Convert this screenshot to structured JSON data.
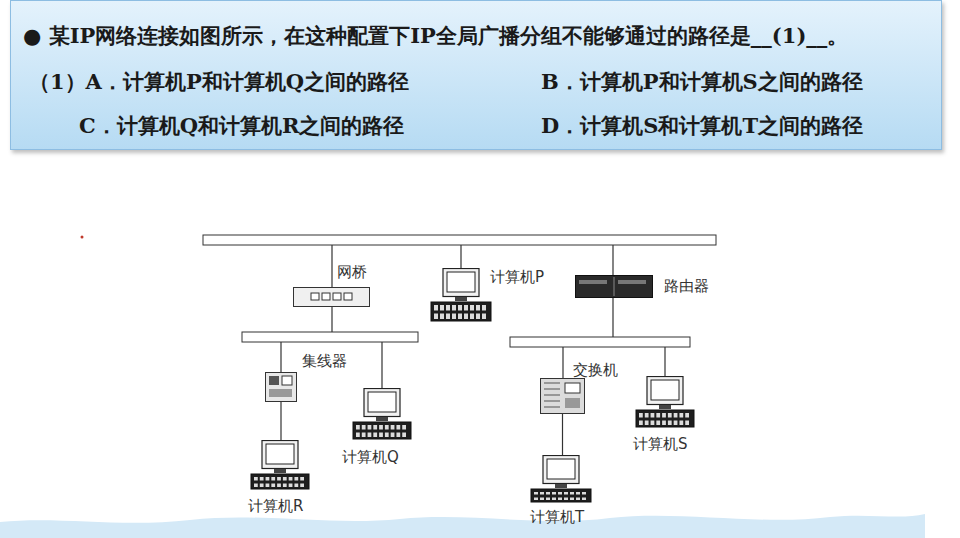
{
  "diagram": {
    "nodes": [
      {
        "text": [
          "● 某IP网络连接如图所示，在这种配置下IP全局广播分组不能够通过的路径是__(1)__。",
          "（1）A．计算机P和计算机Q之间的路径",
          "B．计算机P和计算机S之间的路径",
          "C．计算机Q和计算机R之间的路径",
          "D．计算机S和计算机T之间的路径"
        ]
      },
      {
        "text": [
          "网桥"
        ]
      },
      {
        "text": [
          "计算机P"
        ]
      },
      {
        "text": [
          "路由器"
        ]
      },
      {
        "text": [
          "集线器"
        ]
      },
      {
        "text": [
          "计算机Q"
        ]
      },
      {
        "text": [
          "计算机R"
        ]
      },
      {
        "text": [
          "交换机"
        ]
      },
      {
        "text": [
          "计算机S"
        ]
      },
      {
        "text": [
          "计算机T"
        ]
      }
    ],
    "edges": [
      {
        "from": 4,
        "to": 6,
        "arrow": "none"
      },
      {
        "from": 7,
        "to": 9,
        "arrow": "none"
      }
    ]
  }
}
